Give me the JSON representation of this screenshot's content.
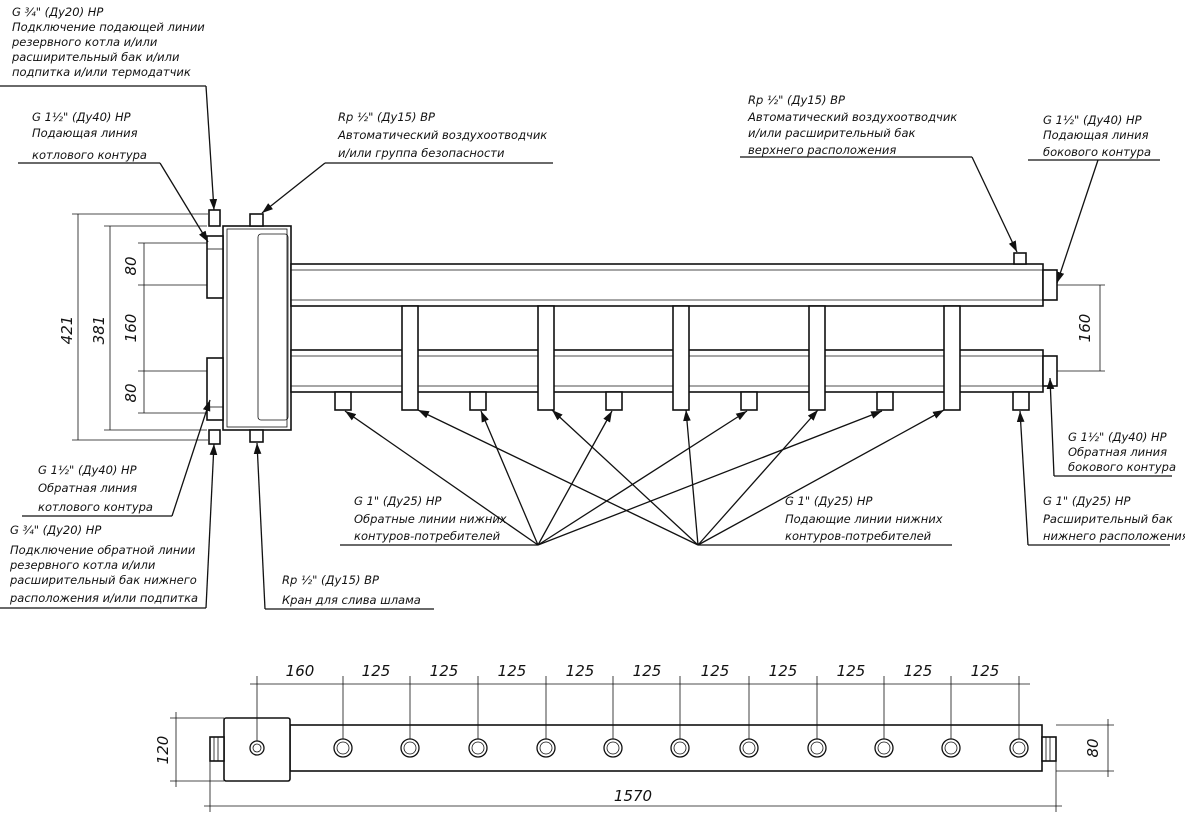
{
  "callouts": {
    "top_left_backup_supply": {
      "spec": "G ¾\" (Ду20) НР",
      "lines": [
        "Подключение подающей линии",
        "резервного котла и/или",
        "расширительный бак и/или",
        "подпитка и/или термодатчик"
      ]
    },
    "boiler_supply": {
      "spec": "G 1½\" (Ду40) НР",
      "lines": [
        "Подающая линия",
        "котлового контура"
      ]
    },
    "top_air_vent": {
      "spec": "Rp ½\" (Ду15) ВР",
      "lines": [
        "Автоматический воздухоотводчик",
        "и/или группа безопасности"
      ]
    },
    "right_air_vent": {
      "spec": "Rp ½\" (Ду15) ВР",
      "lines": [
        "Автоматический воздухоотводчик",
        "и/или расширительный бак",
        "верхнего расположения"
      ]
    },
    "side_supply": {
      "spec": "G 1½\" (Ду40) НР",
      "lines": [
        "Подающая линия",
        "бокового контура"
      ]
    },
    "side_return": {
      "spec": "G 1½\" (Ду40) НР",
      "lines": [
        "Обратная линия",
        "бокового контура"
      ]
    },
    "boiler_return": {
      "spec": "G 1½\" (Ду40) НР",
      "lines": [
        "Обратная линия",
        "котлового контура"
      ]
    },
    "backup_return": {
      "spec": "G ¾\" (Ду20) НР",
      "lines": [
        "Подключение обратной линии",
        "резервного котла и/или",
        "расширительный бак нижнего",
        "расположения и/или подпитка"
      ]
    },
    "consumer_returns": {
      "spec": "G 1\" (Ду25) НР",
      "lines": [
        "Обратные линии нижних",
        "контуров-потребителей"
      ]
    },
    "consumer_supplies": {
      "spec": "G 1\" (Ду25) НР",
      "lines": [
        "Подающие линии нижних",
        "контуров-потребителей"
      ]
    },
    "lower_expansion": {
      "spec": "G 1\" (Ду25) НР",
      "lines": [
        "Расширительный бак",
        "нижнего расположения"
      ]
    },
    "drain_valve": {
      "spec": "Rp ½\" (Ду15) ВР",
      "lines": [
        "Кран для слива шлама"
      ]
    }
  },
  "dimensions": {
    "front": {
      "total_height": "421",
      "inner_height": "381",
      "top_pitch": "80",
      "middle_pitch": "160",
      "bottom_pitch": "80",
      "right_pitch": "160"
    },
    "plan": {
      "first_spacing": "160",
      "spacings": [
        "125",
        "125",
        "125",
        "125",
        "125",
        "125",
        "125",
        "125",
        "125",
        "125"
      ],
      "width": "120",
      "manifold_width": "80",
      "total_length": "1570"
    }
  }
}
